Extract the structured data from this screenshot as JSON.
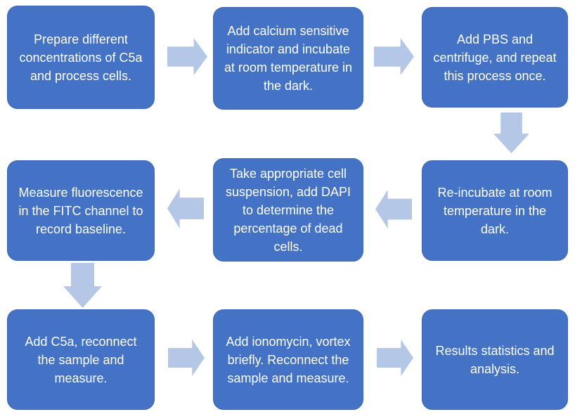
{
  "flowchart": {
    "colors": {
      "box_fill": "#4472C4",
      "box_border": "#3D66B5",
      "box_text": "#FFFFFF",
      "arrow_fill": "#B4C7E7",
      "background": "#FFFFFF"
    },
    "steps": [
      {
        "id": 1,
        "text": "Prepare different concentrations of C5a and process cells."
      },
      {
        "id": 2,
        "text": "Add calcium sensitive indicator and incubate at room temperature in the dark."
      },
      {
        "id": 3,
        "text": "Add PBS and centrifuge, and repeat this process once."
      },
      {
        "id": 4,
        "text": "Re-incubate at room temperature in the dark."
      },
      {
        "id": 5,
        "text": "Take appropriate cell suspension, add DAPI to determine the percentage of dead cells."
      },
      {
        "id": 6,
        "text": "Measure fluorescence in the FITC channel to record baseline."
      },
      {
        "id": 7,
        "text": "Add C5a, reconnect the sample and measure."
      },
      {
        "id": 8,
        "text": "Add ionomycin, vortex briefly. Reconnect the sample and measure."
      },
      {
        "id": 9,
        "text": "Results statistics and analysis."
      }
    ],
    "arrows": [
      {
        "from": 1,
        "to": 2,
        "direction": "right"
      },
      {
        "from": 2,
        "to": 3,
        "direction": "right"
      },
      {
        "from": 3,
        "to": 4,
        "direction": "down"
      },
      {
        "from": 4,
        "to": 5,
        "direction": "left"
      },
      {
        "from": 5,
        "to": 6,
        "direction": "left"
      },
      {
        "from": 6,
        "to": 7,
        "direction": "down"
      },
      {
        "from": 7,
        "to": 8,
        "direction": "right"
      },
      {
        "from": 8,
        "to": 9,
        "direction": "right"
      }
    ]
  }
}
